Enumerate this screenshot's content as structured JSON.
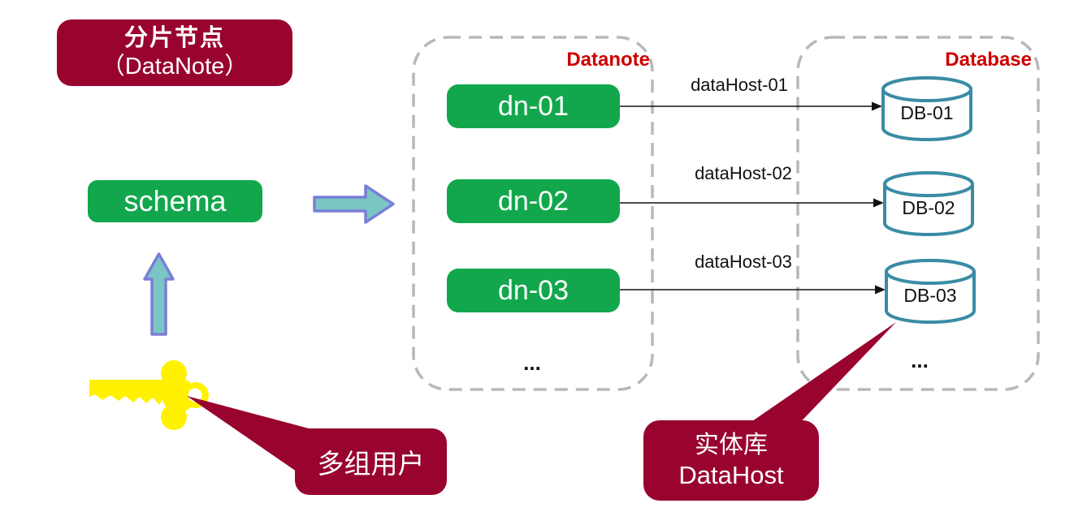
{
  "diagram": {
    "title_box": {
      "line1": "分片节点",
      "line2": "（DataNote）"
    },
    "schema_label": "schema",
    "users_callout": {
      "label": "多组用户"
    },
    "datahost_callout": {
      "line1": "实体库",
      "line2": "DataHost"
    },
    "datanote_group": {
      "label": "Datanote",
      "nodes": [
        {
          "label": "dn-01"
        },
        {
          "label": "dn-02"
        },
        {
          "label": "dn-03"
        }
      ],
      "ellipsis": "..."
    },
    "database_group": {
      "label": "Database",
      "databases": [
        {
          "label": "DB-01"
        },
        {
          "label": "DB-02"
        },
        {
          "label": "DB-03"
        }
      ],
      "ellipsis": "..."
    },
    "connections": [
      {
        "label": "dataHost-01"
      },
      {
        "label": "dataHost-02"
      },
      {
        "label": "dataHost-03"
      }
    ],
    "icons": {
      "user_key": "key-icon"
    },
    "colors": {
      "dark_red": "#99042F",
      "green": "#12A74C",
      "arrow_fill": "#7AC6C4",
      "arrow_stroke": "#7A7FD6",
      "cylinder_stroke": "#3A8CA4",
      "dashed_border": "#B8B8B8",
      "group_label_red": "#CC0000",
      "key_yellow": "#FFF100"
    }
  }
}
